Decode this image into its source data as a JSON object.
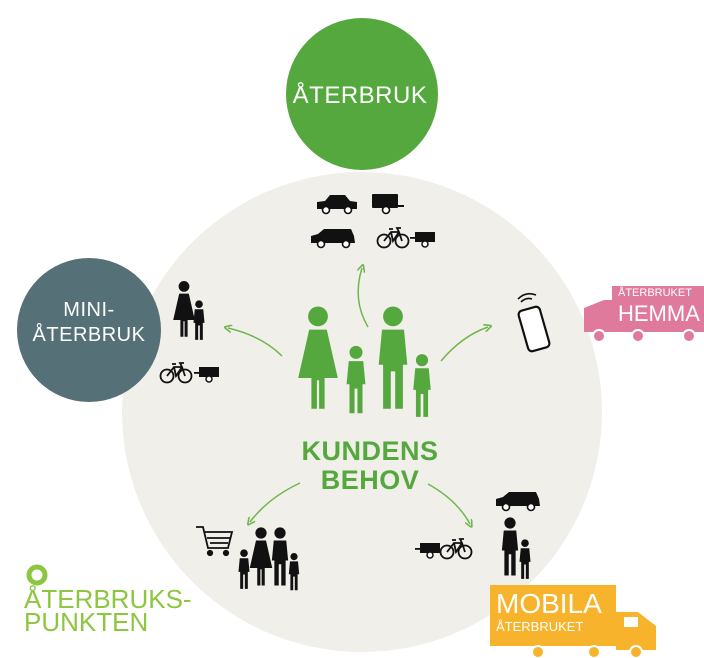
{
  "center": {
    "line1": "KUNDENS",
    "line2": "BEHOV"
  },
  "nodes": {
    "aterbruk": "ÅTERBRUK",
    "mini_line1": "MINI-",
    "mini_line2": "ÅTERBRUK",
    "hemma_small": "ÅTERBRUKET",
    "hemma_big": "HEMMA",
    "mobila_big": "MOBILA",
    "mobila_small": "ÅTERBRUKET",
    "punkten_line1": "ÅTERBRUKS-",
    "punkten_line2": "PUNKTEN"
  },
  "colors": {
    "green": "#55a83d",
    "lime": "#8dc63f",
    "slate": "#557077",
    "pink": "#e07a9c",
    "orange": "#f7b32b",
    "beige": "#f1efea",
    "black": "#111111"
  },
  "icons": [
    "car-icon",
    "trailer-icon",
    "station-wagon-icon",
    "bicycle-trailer-icon",
    "smartphone-icon",
    "person-icon",
    "shopping-cart-icon",
    "delivery-truck-icon"
  ]
}
